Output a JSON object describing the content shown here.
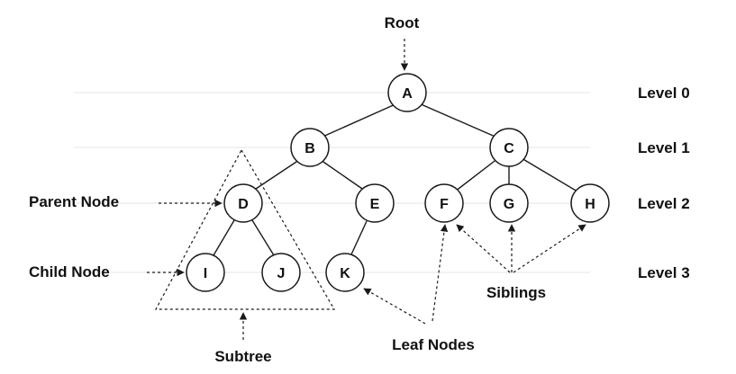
{
  "nodes": {
    "A": "A",
    "B": "B",
    "C": "C",
    "D": "D",
    "E": "E",
    "F": "F",
    "G": "G",
    "H": "H",
    "I": "I",
    "J": "J",
    "K": "K"
  },
  "levels": [
    "Level 0",
    "Level 1",
    "Level 2",
    "Level 3"
  ],
  "labels": {
    "root": "Root",
    "parent_node": "Parent Node",
    "child_node": "Child Node",
    "subtree": "Subtree",
    "leaf_nodes": "Leaf Nodes",
    "siblings": "Siblings"
  },
  "colors": {
    "stroke": "#1a1a1a",
    "level_line": "#e6e6e6",
    "text": "#111111"
  }
}
